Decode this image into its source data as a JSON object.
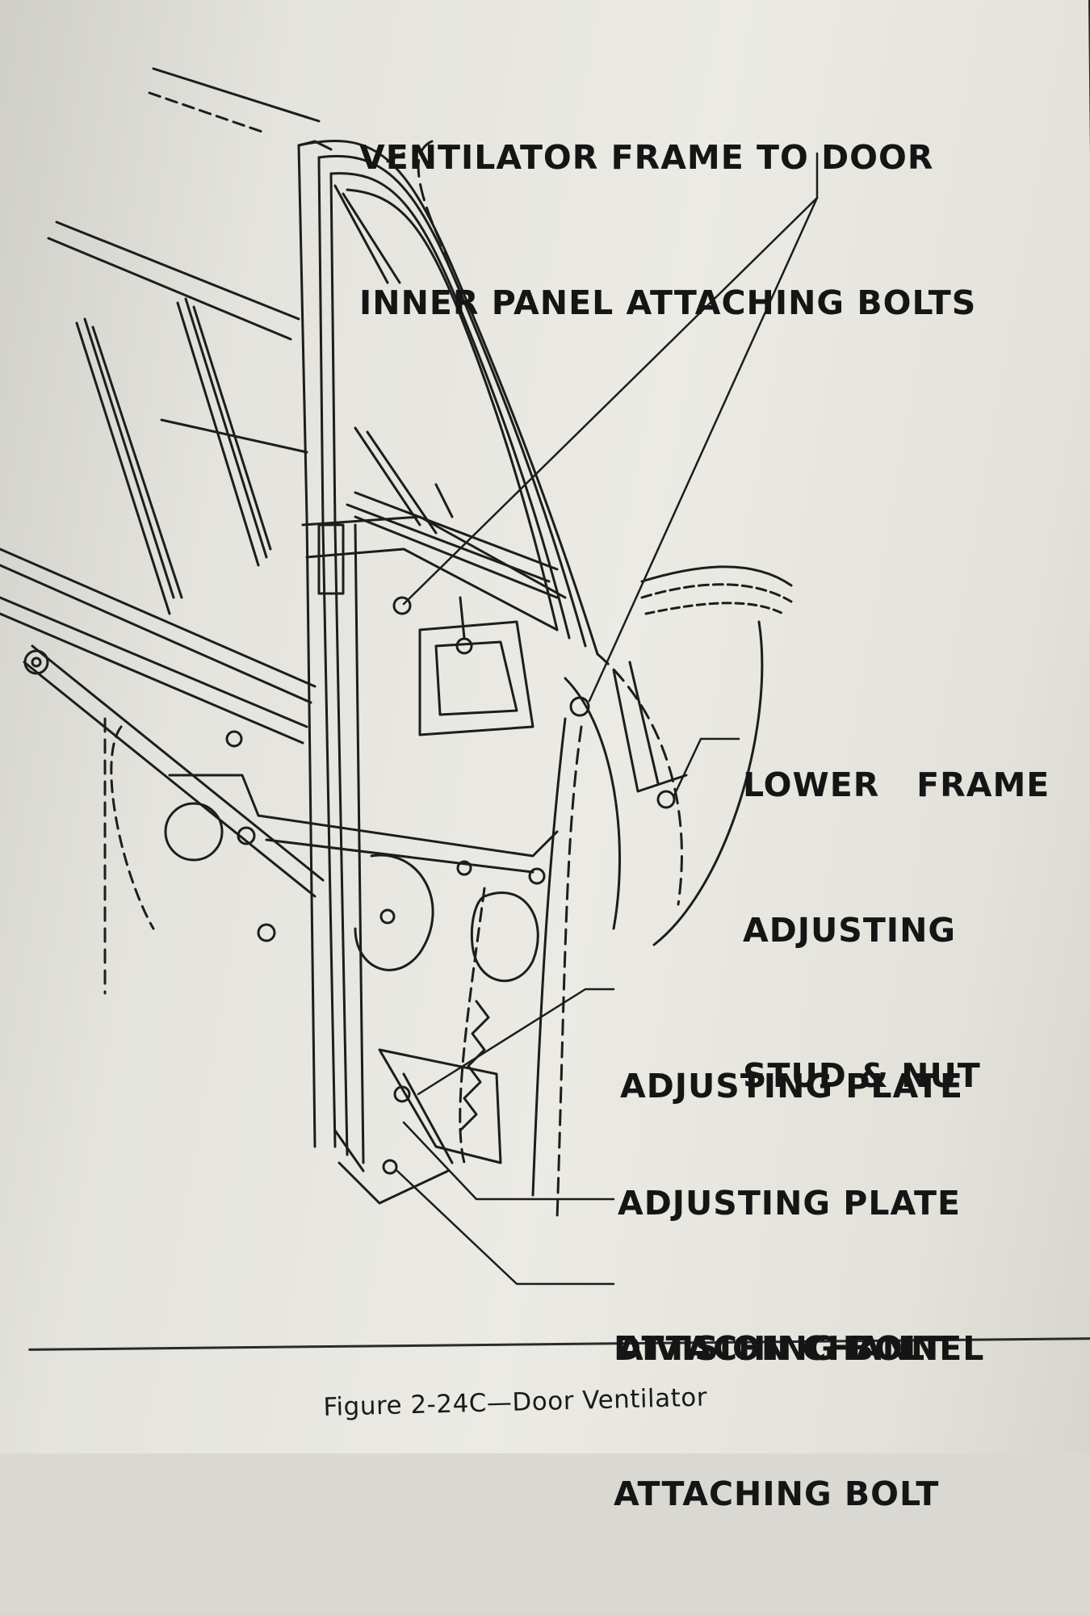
{
  "diagram": {
    "labels": [
      {
        "id": "ventilator-frame-bolts",
        "lines": [
          "VENTILATOR FRAME TO DOOR",
          "INNER PANEL ATTACHING BOLTS"
        ]
      },
      {
        "id": "lower-frame-stud",
        "lines": [
          "LOWER   FRAME",
          "ADJUSTING",
          "STUD & NUT"
        ]
      },
      {
        "id": "adjusting-plate",
        "lines": [
          "ADJUSTING PLATE"
        ]
      },
      {
        "id": "adjusting-plate-bolt",
        "lines": [
          "ADJUSTING PLATE",
          "ATTACHING BOLT"
        ]
      },
      {
        "id": "division-channel-bolt",
        "lines": [
          "DIVISION CHANNEL",
          "ATTACHING BOLT"
        ]
      }
    ],
    "caption": "Figure 2-24C—Door Ventilator"
  },
  "colors": {
    "ink": "#151515",
    "paper": "#e8e7e1"
  }
}
